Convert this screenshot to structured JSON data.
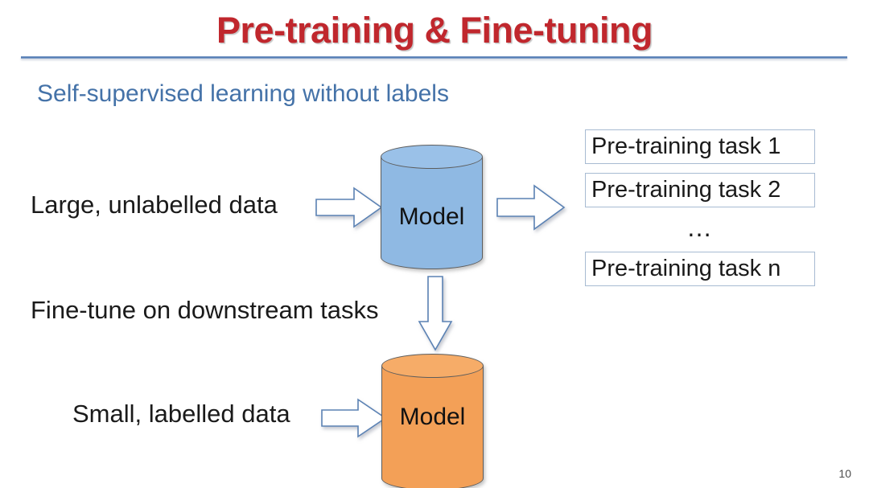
{
  "slide": {
    "title": "Pre-training & Fine-tuning",
    "subtitle": "Self-supervised learning without labels",
    "page_number": "10",
    "colors": {
      "title_red": "#C0272D",
      "subtitle_blue": "#4472A8",
      "rule_blue": "#4A74B0",
      "pretrain_cylinder": "#8FB9E3",
      "finetune_cylinder": "#F3A057",
      "arrow_outline": "#5B82B4",
      "task_box_border": "#A7BBD2",
      "body_text": "#1A1A1A"
    }
  },
  "diagram": {
    "pretraining_stage": {
      "input_label": "Large, unlabelled data",
      "model_label": "Model",
      "outputs": [
        {
          "label": "Pre-training task 1"
        },
        {
          "label": "Pre-training task 2"
        },
        {
          "label": "…"
        },
        {
          "label": "Pre-training task n"
        }
      ]
    },
    "transition_label": "Fine-tune on downstream tasks",
    "finetuning_stage": {
      "input_label": "Small, labelled data",
      "model_label": "Model"
    },
    "arrows": {
      "data_to_model": "right-arrow-icon",
      "model_to_tasks": "right-arrow-icon",
      "model_to_model": "down-arrow-icon",
      "small_data_to_model": "right-arrow-icon"
    }
  }
}
